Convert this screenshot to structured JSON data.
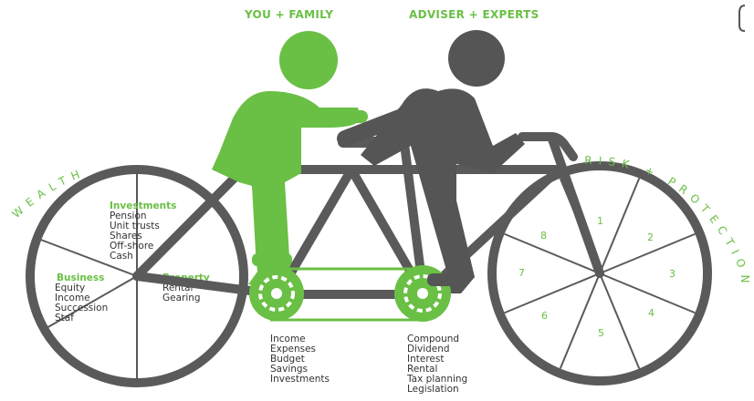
{
  "headers": {
    "left": "YOU + FAMILY",
    "right": "ADVISER + EXPERTS"
  },
  "wheels": {
    "left_label": "WEALTH",
    "right_label": "RISK + PROTECTION"
  },
  "wealth": {
    "investments": {
      "title": "Investments",
      "items": [
        "Pension",
        "Unit trusts",
        "Shares",
        "Off-shore",
        "Cash"
      ]
    },
    "business": {
      "title": "Business",
      "items": [
        "Equity",
        "Income",
        "Succession",
        "Staf"
      ]
    },
    "property": {
      "title": "Property",
      "items": [
        "Rental",
        "Gearing"
      ]
    }
  },
  "protection_segments": [
    "1",
    "2",
    "3",
    "4",
    "5",
    "6",
    "7",
    "8"
  ],
  "left_pedal_items": [
    "Income",
    "Expenses",
    "Budget",
    "Savings",
    "Investments"
  ],
  "right_pedal_items": [
    "Compound",
    "Dividend",
    "Interest",
    "Rental",
    "Tax planning",
    "Legislation"
  ],
  "colors": {
    "green": "#6abf45",
    "gray": "#555555"
  }
}
